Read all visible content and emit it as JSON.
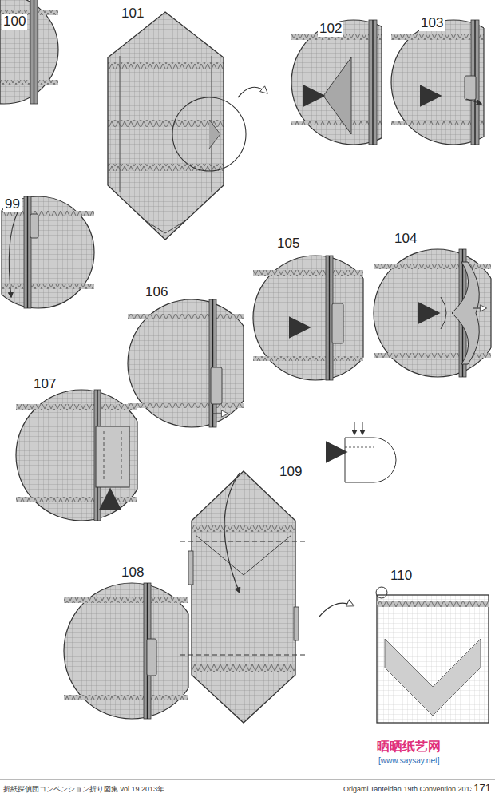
{
  "diagram": {
    "labels": [
      "100",
      "101",
      "102",
      "103",
      "99",
      "105",
      "104",
      "106",
      "107",
      "109",
      "108",
      "110",
      "折紙探偵団コンベンション折り図集 vol.19 2013年",
      "Origami Tanteidan 19th Convention 2013",
      "171",
      "晒晒纸艺网",
      "[www.saysay.net]"
    ]
  }
}
